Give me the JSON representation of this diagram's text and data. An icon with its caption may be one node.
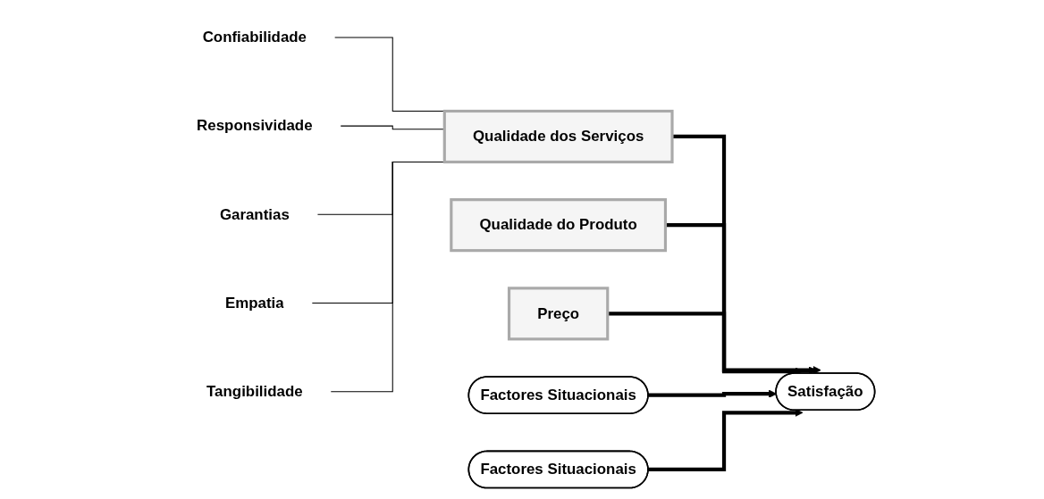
{
  "diagram": {
    "nodes": [
      {
        "text": [
          "Confiabilidade"
        ]
      },
      {
        "text": [
          "Responsividade"
        ]
      },
      {
        "text": [
          "Garantias"
        ]
      },
      {
        "text": [
          "Empatia"
        ]
      },
      {
        "text": [
          "Tangibilidade"
        ]
      },
      {
        "text": [
          "Qualidade dos Serviços"
        ]
      },
      {
        "text": [
          "Qualidade do Produto"
        ]
      },
      {
        "text": [
          "Preço"
        ]
      },
      {
        "text": [
          "Satisfação"
        ]
      },
      {
        "text": [
          "Factores Situacionais"
        ]
      },
      {
        "text": [
          "Factores Situacionais"
        ]
      }
    ],
    "edges": [
      {
        "from": 0,
        "to": 5,
        "arrow": "none"
      },
      {
        "from": 1,
        "to": 5,
        "arrow": "none"
      },
      {
        "from": 2,
        "to": 5,
        "arrow": "none"
      },
      {
        "from": 3,
        "to": 5,
        "arrow": "none"
      },
      {
        "from": 4,
        "to": 5,
        "arrow": "none"
      },
      {
        "from": 5,
        "to": 8,
        "arrow": "to",
        "style": "thick"
      },
      {
        "from": 6,
        "to": 8,
        "arrow": "to",
        "style": "thick"
      },
      {
        "from": 7,
        "to": 8,
        "arrow": "to",
        "style": "thick"
      },
      {
        "from": 9,
        "to": 8,
        "arrow": "to",
        "style": "thick"
      },
      {
        "from": 10,
        "to": 8,
        "arrow": "to",
        "style": "thick"
      }
    ]
  }
}
